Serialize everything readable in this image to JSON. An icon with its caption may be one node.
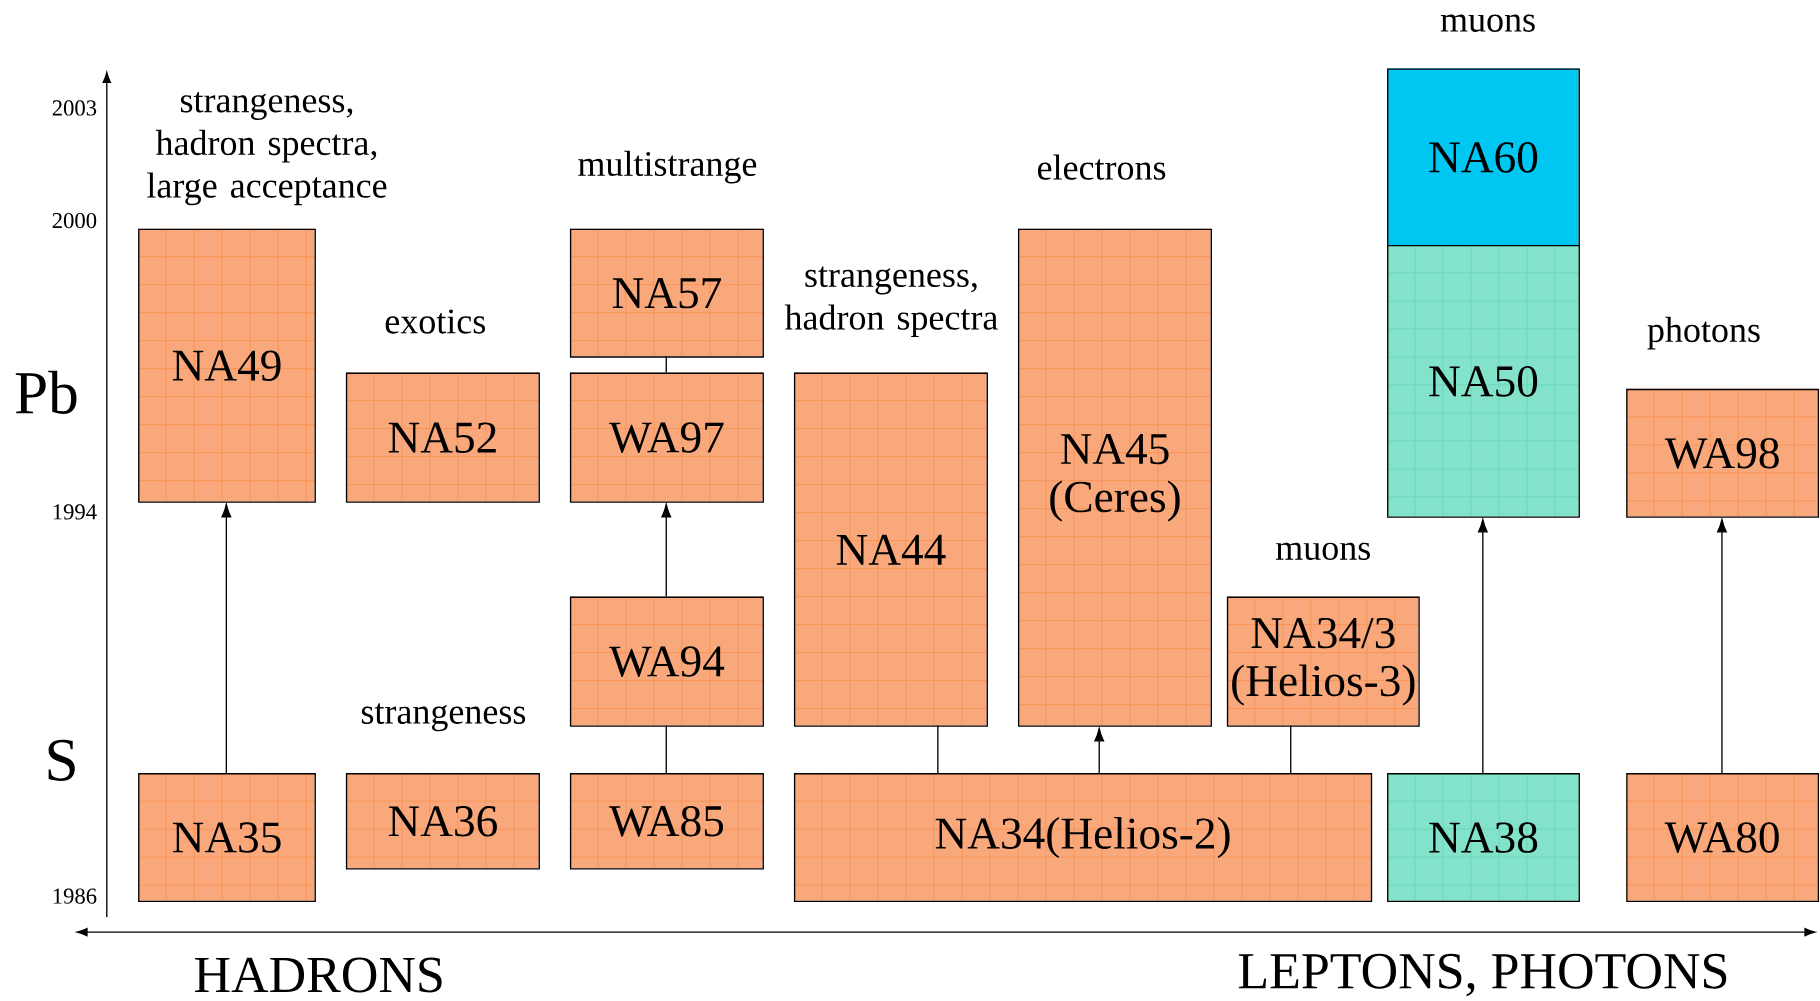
{
  "diagram": {
    "nodes": [
      {
        "text": [
          "NA60"
        ],
        "beside": [
          "muons"
        ]
      },
      {
        "text": [
          "NA49"
        ],
        "beside": [
          "strangeness, hadron spectra, large acceptance"
        ]
      },
      {
        "text": [
          "NA57"
        ],
        "beside": [
          "multistrange"
        ]
      },
      {
        "text": [
          "NA52"
        ],
        "beside": [
          "exotics"
        ]
      },
      {
        "text": [
          "WA97"
        ]
      },
      {
        "text": [
          "NA45 (Ceres)"
        ],
        "beside": [
          "electrons"
        ]
      },
      {
        "text": [
          "NA44"
        ],
        "beside": [
          "strangeness, hadron spectra"
        ]
      },
      {
        "text": [
          "NA50"
        ]
      },
      {
        "text": [
          "WA98"
        ],
        "beside": [
          "photons"
        ]
      },
      {
        "text": [
          "WA94"
        ]
      },
      {
        "text": [
          "NA34/3 (Helios-3)"
        ],
        "beside": [
          "muons"
        ]
      },
      {
        "text": [
          "NA35"
        ]
      },
      {
        "text": [
          "NA36"
        ],
        "beside": [
          "strangeness"
        ]
      },
      {
        "text": [
          "WA85"
        ]
      },
      {
        "text": [
          "NA34(Helios-2)"
        ]
      },
      {
        "text": [
          "NA38"
        ]
      },
      {
        "text": [
          "WA80"
        ]
      }
    ],
    "edges": [
      {
        "from": 11,
        "to": 1,
        "arrow": "to"
      },
      {
        "from": 13,
        "to": 9,
        "arrow": "none"
      },
      {
        "from": 9,
        "to": 4,
        "arrow": "to"
      },
      {
        "from": 4,
        "to": 2,
        "arrow": "none"
      },
      {
        "from": 14,
        "to": 6,
        "arrow": "none"
      },
      {
        "from": 14,
        "to": 5,
        "arrow": "to"
      },
      {
        "from": 14,
        "to": 10,
        "arrow": "none"
      },
      {
        "from": 15,
        "to": 7,
        "arrow": "to"
      },
      {
        "from": 16,
        "to": 8,
        "arrow": "to"
      }
    ],
    "labels": [
      "2003",
      "2000",
      "Pb",
      "1994",
      "S",
      "1986",
      "HADRONS",
      "LEPTONS, PHOTONS"
    ]
  }
}
